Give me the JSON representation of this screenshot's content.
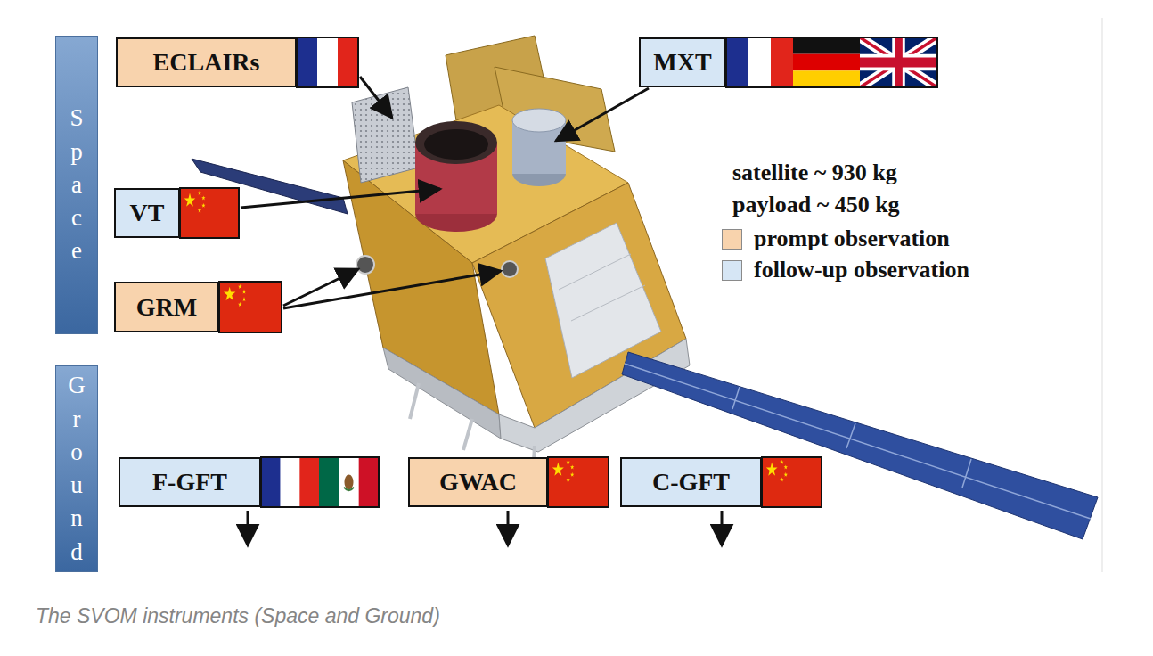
{
  "diagram": {
    "caption": "The SVOM instruments (Space and Ground)",
    "nodes": [
      {
        "text": [
          "Space"
        ]
      },
      {
        "text": [
          "ECLAIRs"
        ]
      },
      {
        "text": [
          "MXT"
        ]
      },
      {
        "text": [
          "VT"
        ]
      },
      {
        "text": [
          "GRM"
        ]
      },
      {
        "text": [
          "Ground"
        ]
      },
      {
        "text": [
          "F-GFT"
        ]
      },
      {
        "text": [
          "GWAC"
        ]
      },
      {
        "text": [
          "C-GFT"
        ]
      }
    ],
    "labels": [
      "satellite ~ 930 kg",
      "payload ~ 450 kg"
    ],
    "legend": [
      {
        "text": "prompt observation",
        "color": "#f8d3ad"
      },
      {
        "text": "follow-up observation",
        "color": "#d6e6f5"
      }
    ]
  }
}
